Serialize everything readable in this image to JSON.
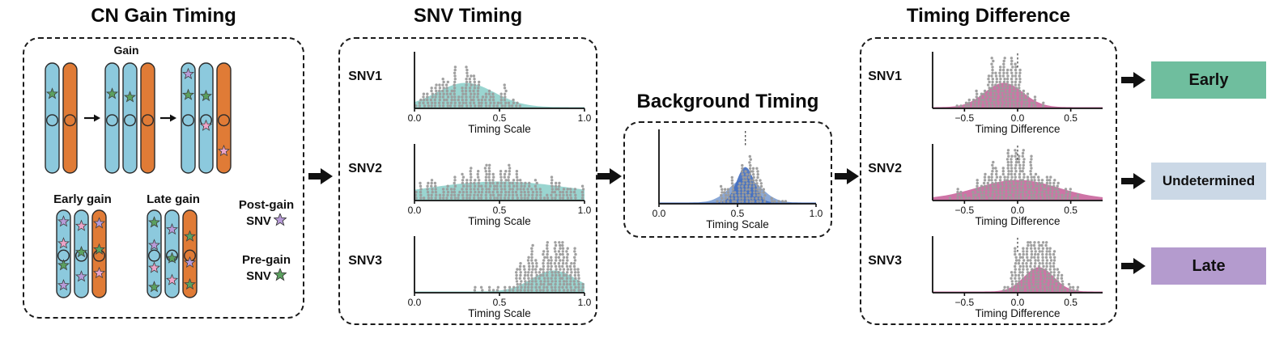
{
  "figure": {
    "panels": {
      "cn_gain": {
        "title": "CN Gain Timing",
        "gain_label": "Gain",
        "early_gain_label": "Early gain",
        "late_gain_label": "Late gain",
        "legend": [
          {
            "label": "Post-gain SNV",
            "star_color_key": "star_purple"
          },
          {
            "label": "Pre-gain SNV",
            "star_color_key": "star_green"
          }
        ]
      },
      "snv_timing": {
        "title": "SNV Timing"
      },
      "background_timing": {
        "title": "Background Timing"
      },
      "timing_difference": {
        "title": "Timing Difference"
      }
    },
    "results": [
      {
        "label": "Early",
        "color": "#6fbe9e"
      },
      {
        "label": "Undetermined",
        "color": "#cbd8e6"
      },
      {
        "label": "Late",
        "color": "#b49bce"
      }
    ]
  },
  "colors": {
    "chrom_blue": "#8cc9dd",
    "chrom_orange": "#e07b36",
    "star_green": "#5ba05f",
    "star_purple": "#b79bd8",
    "star_pink": "#eda4c8",
    "density_teal": "#8fd0cb",
    "density_blue_light": "#7d9fd3",
    "density_blue_dark": "#3f6cc0",
    "density_pink": "#c9659c",
    "dot_gray": "#9b9b9b",
    "arrow_black": "#111111"
  },
  "chart_data": {
    "snv_timing": [
      {
        "type": "density+dotplot",
        "label": "SNV1",
        "xlabel": "Timing Scale",
        "xlim": [
          0,
          1
        ],
        "tick_vals": [
          0,
          0.5,
          1
        ],
        "tick_labels": [
          "0.0",
          "0.5",
          "1.0"
        ],
        "densities": [
          {
            "mean": 0.3,
            "sd": 0.17,
            "peak": 30,
            "color": "density_teal"
          }
        ],
        "dots": {
          "mean": 0.3,
          "sd": 0.16,
          "min": 0,
          "max": 0.66,
          "count": 175,
          "seed": 11
        }
      },
      {
        "type": "density+dotplot",
        "label": "SNV2",
        "xlabel": "Timing Scale",
        "xlim": [
          0,
          1
        ],
        "tick_vals": [
          0,
          0.5,
          1
        ],
        "tick_labels": [
          "0.0",
          "0.5",
          "1.0"
        ],
        "densities": [
          {
            "mean": 0.5,
            "sd": 0.45,
            "peak": 22,
            "color": "density_teal"
          }
        ],
        "dots": {
          "mean": 0.5,
          "sd": 0.3,
          "min": 0,
          "max": 1,
          "count": 270,
          "seed": 22
        }
      },
      {
        "type": "density+dotplot",
        "label": "SNV3",
        "xlabel": "Timing Scale",
        "xlim": [
          0,
          1
        ],
        "tick_vals": [
          0,
          0.5,
          1
        ],
        "tick_labels": [
          "0.0",
          "0.5",
          "1.0"
        ],
        "densities": [
          {
            "mean": 0.82,
            "sd": 0.13,
            "peak": 26,
            "color": "density_teal"
          }
        ],
        "dots": {
          "mean": 0.8,
          "sd": 0.13,
          "min": 0.3,
          "max": 1,
          "count": 240,
          "seed": 33
        }
      }
    ],
    "background": {
      "type": "density+dotplot",
      "label": "",
      "xlabel": "Timing Scale",
      "xlim": [
        0,
        1
      ],
      "tick_vals": [
        0,
        0.5,
        1
      ],
      "tick_labels": [
        "0.0",
        "0.5",
        "1.0"
      ],
      "marker": 0.55,
      "densities": [
        {
          "mean": 0.55,
          "sd": 0.1,
          "peak": 30,
          "color": "density_blue_light"
        },
        {
          "mean": 0.55,
          "sd": 0.055,
          "peak": 44,
          "color": "density_blue_dark"
        }
      ],
      "dots": {
        "mean": 0.55,
        "sd": 0.09,
        "min": 0.2,
        "max": 0.9,
        "count": 120,
        "seed": 44
      }
    },
    "timing_difference": [
      {
        "type": "density+dotplot",
        "label": "SNV1",
        "xlabel": "Timing Difference",
        "xlim": [
          -0.8,
          0.8
        ],
        "tick_vals": [
          -0.5,
          0,
          0.5
        ],
        "tick_labels": [
          "−0.5",
          "0.0",
          "0.5"
        ],
        "marker": 0,
        "densities": [
          {
            "mean": -0.13,
            "sd": 0.18,
            "peak": 30,
            "color": "density_pink"
          }
        ],
        "dots": {
          "mean": -0.13,
          "sd": 0.16,
          "min": -0.6,
          "max": 0.28,
          "count": 185,
          "seed": 55
        }
      },
      {
        "type": "density+dotplot",
        "label": "SNV2",
        "xlabel": "Timing Difference",
        "xlim": [
          -0.8,
          0.8
        ],
        "tick_vals": [
          -0.5,
          0,
          0.5
        ],
        "tick_labels": [
          "−0.5",
          "0.0",
          "0.5"
        ],
        "marker": 0,
        "densities": [
          {
            "mean": 0,
            "sd": 0.38,
            "peak": 24,
            "color": "density_pink"
          }
        ],
        "dots": {
          "mean": -0.02,
          "sd": 0.28,
          "min": -0.7,
          "max": 0.58,
          "count": 270,
          "seed": 66
        }
      },
      {
        "type": "density+dotplot",
        "label": "SNV3",
        "xlabel": "Timing Difference",
        "xlim": [
          -0.8,
          0.8
        ],
        "tick_vals": [
          -0.5,
          0,
          0.5
        ],
        "tick_labels": [
          "−0.5",
          "0.0",
          "0.5"
        ],
        "marker": 0,
        "densities": [
          {
            "mean": 0.2,
            "sd": 0.14,
            "peak": 30,
            "color": "density_pink"
          }
        ],
        "dots": {
          "mean": 0.2,
          "sd": 0.14,
          "min": -0.2,
          "max": 0.62,
          "count": 240,
          "seed": 77
        }
      }
    ]
  }
}
